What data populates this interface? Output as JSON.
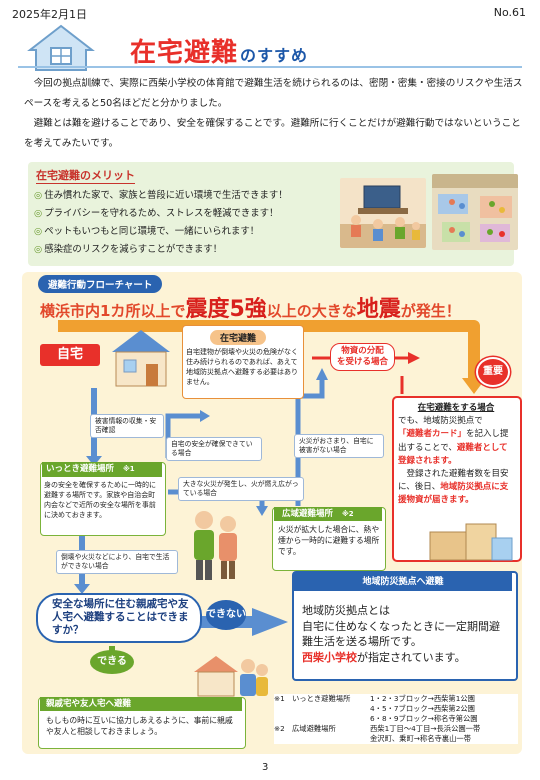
{
  "header": {
    "date": "2025年2月1日",
    "issue": "No.61",
    "title_main": "在宅避難",
    "title_sub": "のすすめ"
  },
  "intro": {
    "p1": "今回の拠点訓練で、実際に西柴小学校の体育館で避難生活を続けられるのは、密閉・密集・密接のリスクや生活スペースを考えると50名ほどだと分かりました。",
    "p2": "避難とは難を避けることであり、安全を確保することです。避難所に行くことだけが避難行動ではないということを考えてみたいです。"
  },
  "merits": {
    "title": "在宅避難のメリット",
    "items": [
      "住み慣れた家で、家族と普段に近い環境で生活できます！",
      "プライバシーを守れるため、ストレスを軽減できます！",
      "ペットもいつもと同じ環境で、一緒にいられます！",
      "感染症のリスクを減らすことができます！"
    ]
  },
  "flow": {
    "label": "避難行動フローチャート",
    "quake_a": "横浜市内1カ所以上で",
    "quake_b": "震度5強",
    "quake_c": "以上の大きな",
    "quake_d": "地震",
    "quake_e": "が発生！",
    "home_label": "自宅",
    "home_box_title": "在宅避難",
    "home_box_text": "自宅建物が倒壊や火災の危険がなく住み続けられるのであれば、あえて地域防災拠点へ避難する必要はありません。",
    "supply_a": "物資の分配",
    "supply_b": "を受ける場合",
    "important": "重要",
    "right_box": {
      "h": "在宅避難をする場合",
      "l1": "でも、地域防災拠点で",
      "card": "「避難者カード」",
      "l2": "を記入し提出することで、",
      "l3": "避難者として登録されます。",
      "l4": "登録された避難者数を目安に、後日、",
      "l5": "地域防災拠点に支援物資が届きます。"
    },
    "note1": "被害情報の収集・安否確認",
    "note2": "自宅の安全が確保できている場合",
    "note3": "火災がおさまり、自宅に被害がない場合",
    "note4": "大きな火災が発生し、火が燃え広がっている場合",
    "note5": "倒壊や火災などにより、自宅で生活ができない場合",
    "ittoki_title": "いっとき避難場所",
    "ittoki_mark": "※1",
    "ittoki_text": "身の安全を確保するために一時的に避難する場所です。家族や自治会町内会などで近所の安全な場所を事前に決めておきます。",
    "kouiki_title": "広域避難場所",
    "kouiki_mark": "※2",
    "kouiki_text": "火災が拡大した場合に、熱や煙から一時的に避難する場所です。",
    "question": "安全な場所に住む親戚宅や友人宅へ避難することはできますか？",
    "no": "できない",
    "yes": "できる",
    "base_title": "地域防災拠点へ避難",
    "base_l1": "地域防災拠点とは",
    "base_l2": "自宅に住めなくなったときに一定期間避難生活を送る場所です。",
    "base_school": "西柴小学校",
    "base_l3": "が指定されています。",
    "relative_title": "親戚宅や友人宅へ避難",
    "relative_text": "もしもの時に互いに協力しあえるように、事前に親戚や友人と相談しておきましょう。"
  },
  "footnotes": [
    {
      "k": "※1",
      "t": "いっとき避難場所",
      "v": "1・2・3ブロック→西柴第1公園"
    },
    {
      "k": "",
      "t": "",
      "v": "4・5・7ブロック→西柴第2公園"
    },
    {
      "k": "",
      "t": "",
      "v": "6・8・9ブロック→称名寺第公園"
    },
    {
      "k": "※2",
      "t": "広域避難場所",
      "v": "西柴1丁目〜4丁目→長浜公園一帯"
    },
    {
      "k": "",
      "t": "",
      "v": "金沢町、乗町→称名寺裏山一帯"
    }
  ],
  "page_number": "3",
  "colors": {
    "red": "#e8302a",
    "blue": "#2a63b0",
    "green": "#6aa62c",
    "flow_bg": "#fdf3d6"
  }
}
